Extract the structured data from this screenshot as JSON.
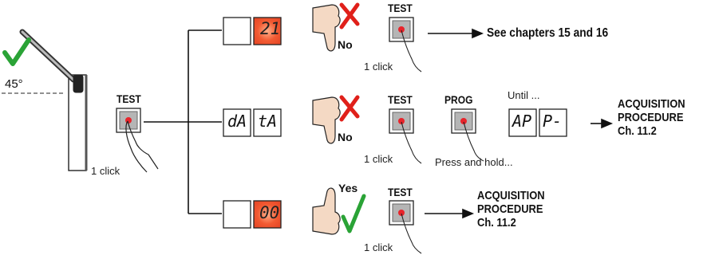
{
  "angle": "45°",
  "test_label": "TEST",
  "prog_label": "PROG",
  "one_click": "1 click",
  "no_label": "No",
  "yes_label": "Yes",
  "until_label": "Until ...",
  "press_hold": "Press and hold...",
  "see_chapters": "See chapters 15 and 16",
  "acquisition": [
    "ACQUISITION",
    "PROCEDURE",
    "Ch. 11.2"
  ],
  "display_top": "21",
  "display_mid": [
    "dA",
    "tA"
  ],
  "display_mid_right": [
    "AP",
    "P-"
  ],
  "display_bottom": "00",
  "colors": {
    "check": "#2aa336",
    "cross": "#e0201a",
    "led": "#e8242b",
    "display_glow": "#f25a32",
    "button": "#b5b5b5"
  }
}
